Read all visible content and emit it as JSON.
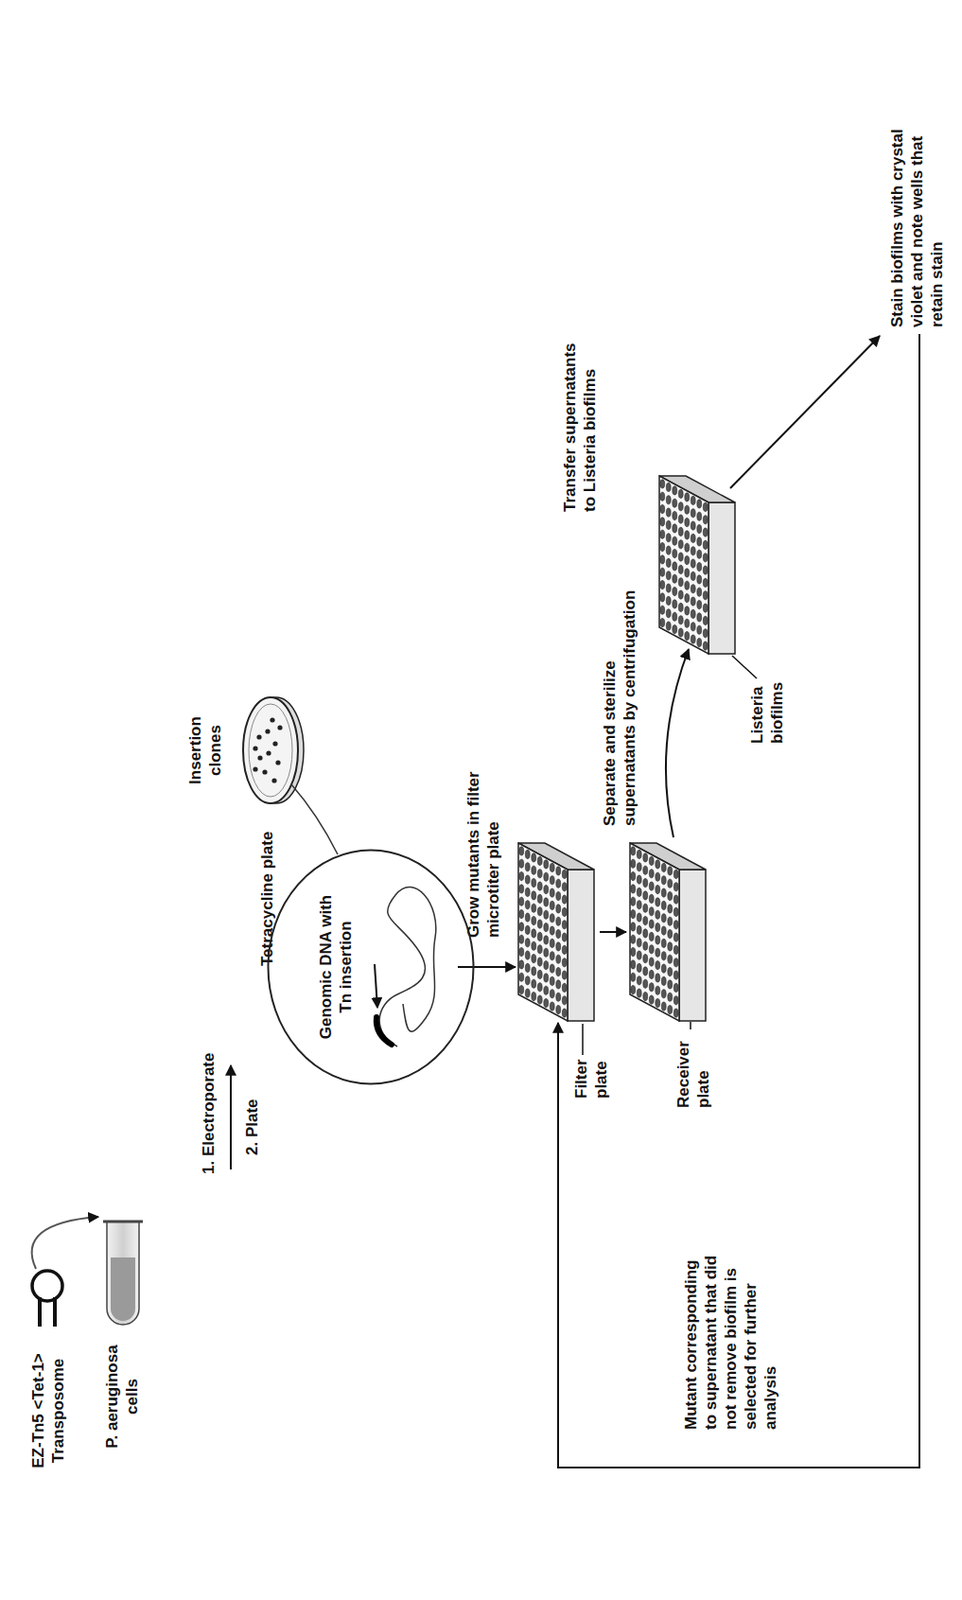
{
  "diagram": {
    "nodes": [
      {
        "text": [
          "Genomic DNA with Tn insertion"
        ]
      }
    ],
    "labels": [
      "EZ-Tn5 <Tet-1> Transposome",
      "P. aeruginosa cells",
      "1. Electroporate",
      "2. Plate",
      "Insertion clones",
      "Tetracycline plate",
      "Grow mutants in filter microtiter plate",
      "Filter plate",
      "Separate and sterilize supernatants by centrifugation",
      "Receiver plate",
      "Transfer supernatants to Listeria biofilms",
      "Listeria biofilms",
      "Stain biofilms with crystal violet and note wells that retain stain",
      "Mutant corresponding to supernatant that did not remove biofilm is selected for further analysis"
    ]
  }
}
